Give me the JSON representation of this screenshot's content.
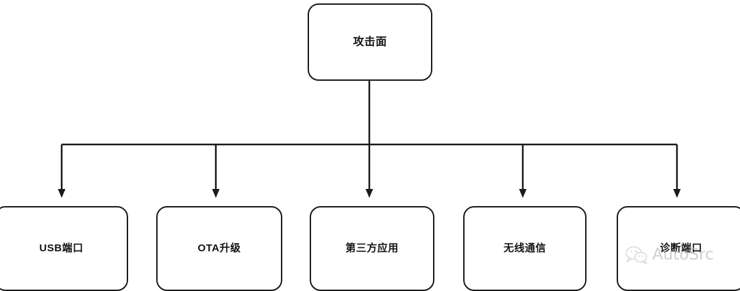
{
  "diagram": {
    "type": "tree-flowchart",
    "title_node": {
      "id": "root",
      "label": "攻击面"
    },
    "children": [
      {
        "id": "usb",
        "label": "USB端口"
      },
      {
        "id": "ota",
        "label": "OTA升级"
      },
      {
        "id": "thirdparty",
        "label": "第三方应用"
      },
      {
        "id": "wireless",
        "label": "无线通信"
      },
      {
        "id": "diagnostic",
        "label": "诊断端口"
      }
    ],
    "connector_style": "orthogonal-bus-with-arrowheads",
    "colors": {
      "node_border": "#1a1a1a",
      "node_fill": "#ffffff",
      "connector": "#1a1a1a",
      "text": "#141414",
      "background": "#ffffff",
      "watermark": "#bcbcbc"
    }
  },
  "watermark": {
    "text": "AutoSrc",
    "icon": "wechat-bubble-icon"
  }
}
